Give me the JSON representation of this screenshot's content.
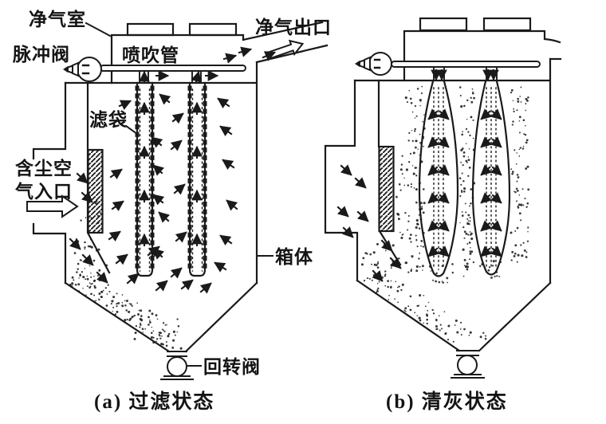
{
  "figure": {
    "labels": {
      "clean_air_chamber": "净气室",
      "pulse_valve": "脉冲阀",
      "blow_pipe": "喷吹管",
      "clean_air_outlet": "净气出口",
      "filter_bag": "滤袋",
      "dusty_air_inlet": "含尘空\n气入口",
      "casing": "箱体",
      "rotary_valve": "回转阀"
    },
    "captions": {
      "a": "(a) 过滤状态",
      "b": "(b) 清灰状态"
    }
  },
  "colors": {
    "ink": "#1a1a1a",
    "paper": "#ffffff"
  }
}
